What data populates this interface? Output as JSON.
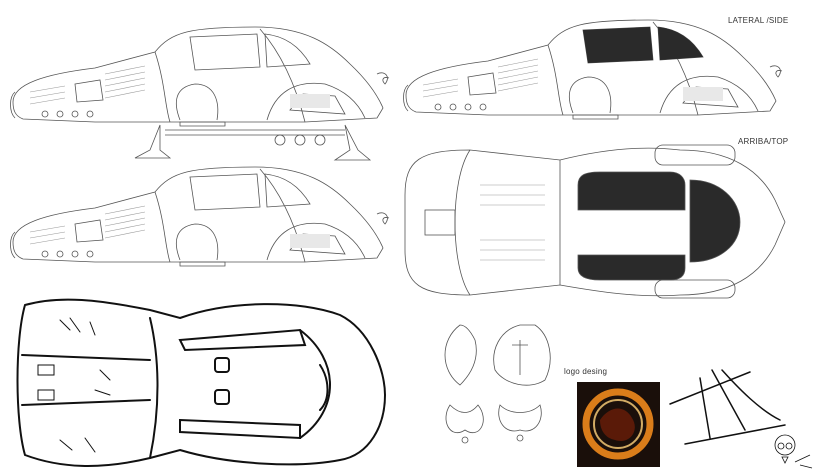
{
  "labels": {
    "side": "LATERAL /SIDE",
    "top": "ARRIBA/TOP",
    "logo": "logo desing"
  },
  "colors": {
    "window_fill": "#2a2a2a",
    "line": "#555555",
    "phoenix_bg": "#1a0f0a",
    "phoenix_fire": "#f08a1c"
  }
}
